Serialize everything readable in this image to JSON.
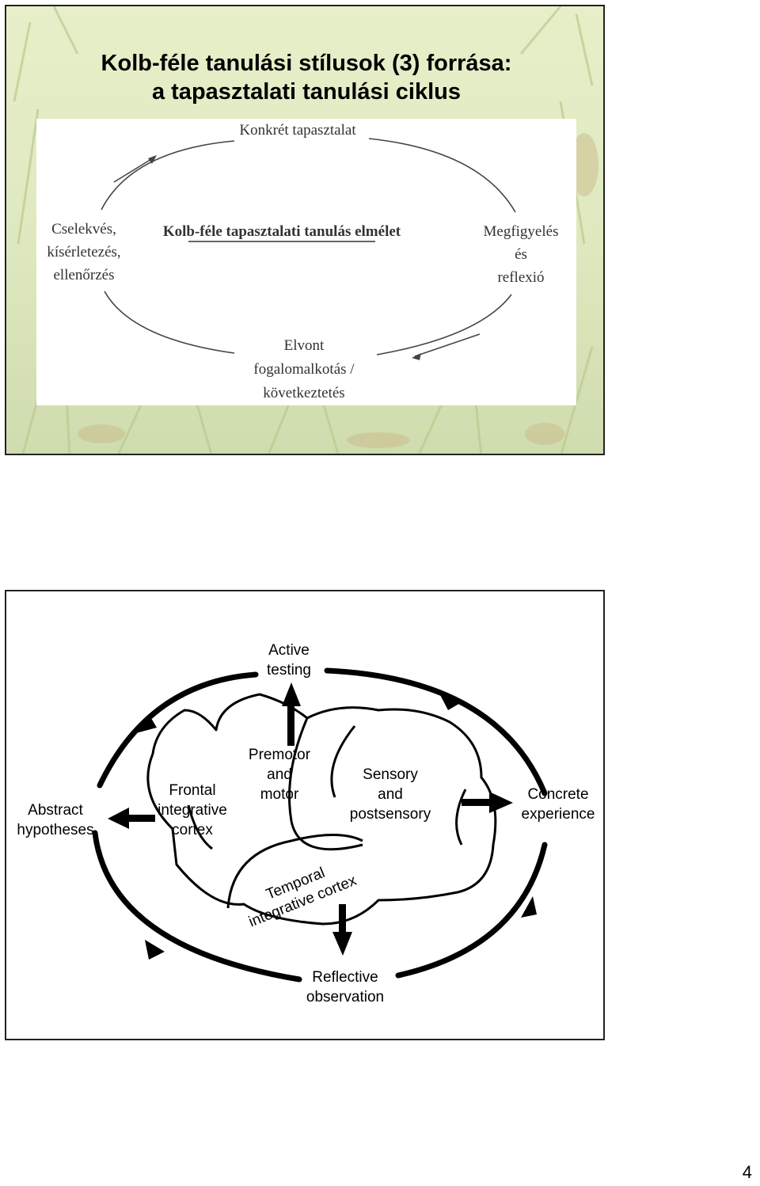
{
  "slide1": {
    "title_line1": "Kolb-féle tanulási stílusok (3) forrása:",
    "title_line2": "a tapasztalati tanulási ciklus",
    "cycle": {
      "center": "Kolb-féle tapasztalati tanulás elmélet",
      "top": "Konkrét tapasztalat",
      "right": [
        "Megfigyelés",
        "és",
        "reflexió"
      ],
      "bottom": [
        "Elvont",
        "fogalomalkotás /",
        "következtetés"
      ],
      "left": [
        "Cselekvés,",
        "kísérletezés,",
        "ellenőrzés"
      ]
    }
  },
  "slide2": {
    "top": [
      "Active",
      "testing"
    ],
    "right": [
      "Concrete",
      "experience"
    ],
    "bottom": [
      "Reflective",
      "observation"
    ],
    "left": [
      "Abstract",
      "hypotheses"
    ],
    "frontal": [
      "Frontal",
      "integrative",
      "cortex"
    ],
    "premotor": [
      "Premotor",
      "and",
      "motor"
    ],
    "sensory": [
      "Sensory",
      "and",
      "postsensory"
    ],
    "temporal": [
      "Temporal",
      "integrative cortex"
    ]
  },
  "page_number": "4"
}
